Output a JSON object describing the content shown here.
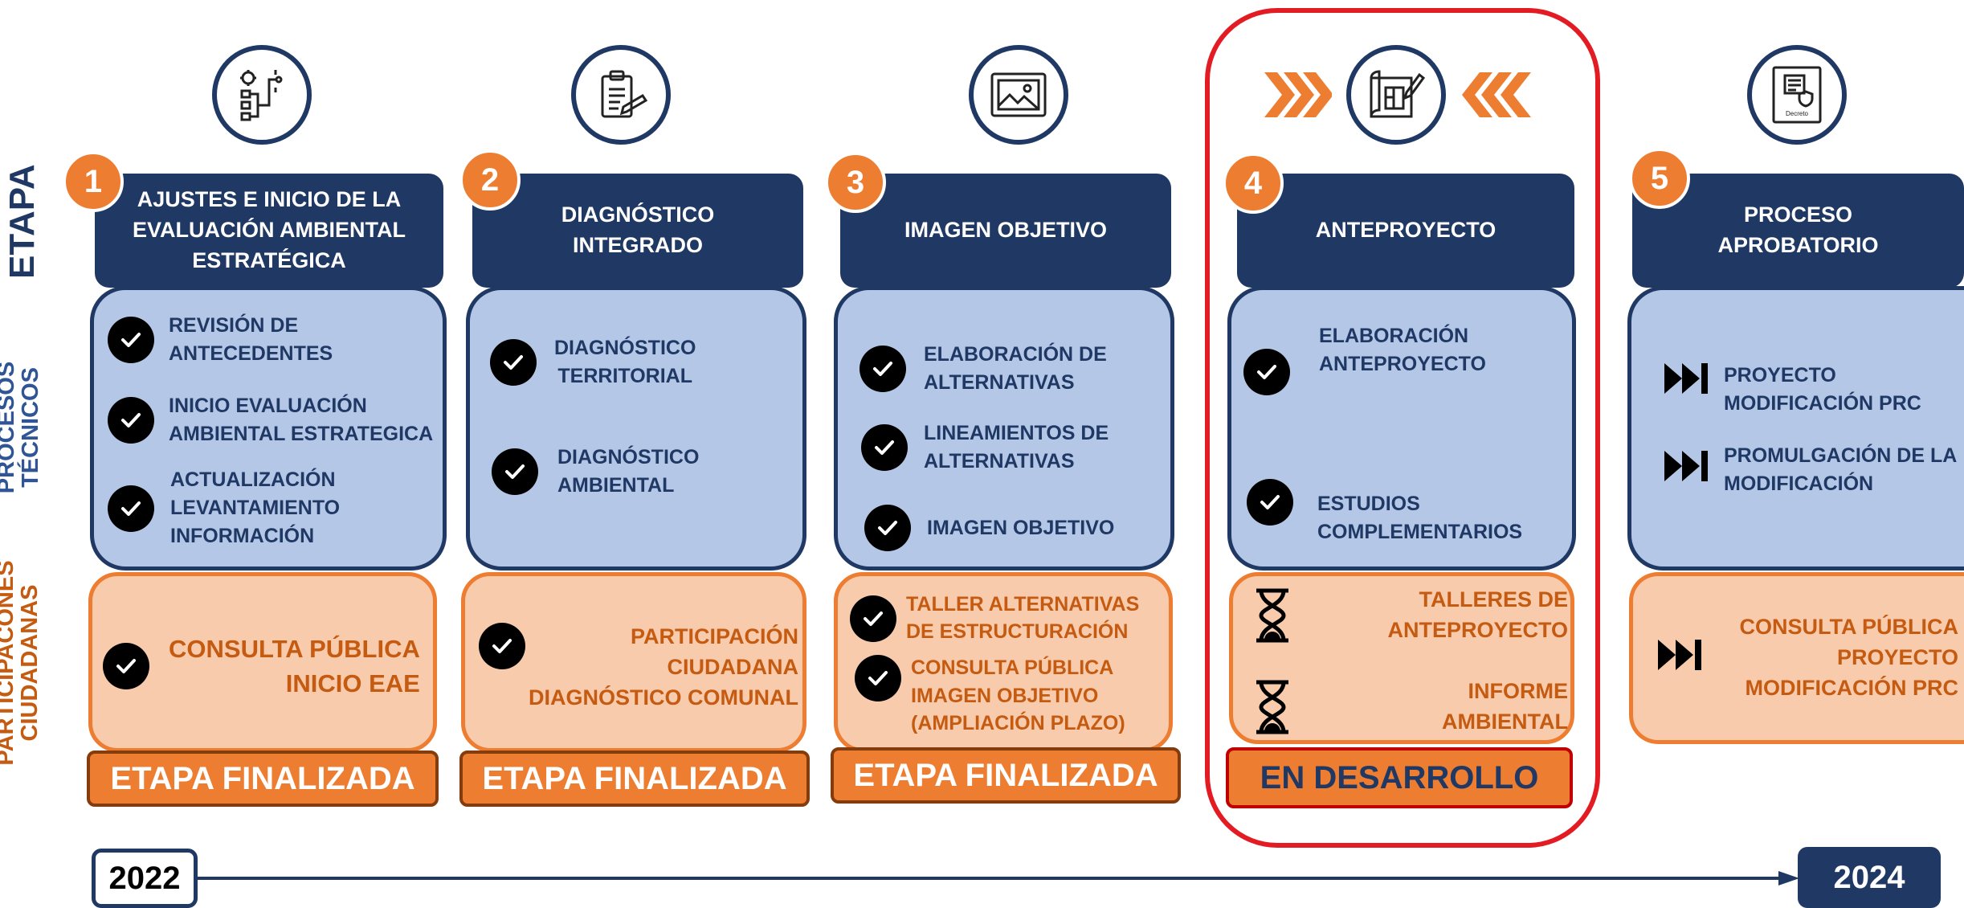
{
  "side_labels": {
    "etapa": "ETAPA",
    "procesos_line1": "PROCESOS",
    "procesos_line2": "TÉCNICOS",
    "participaciones_line1": "PARTICIPACÓNES",
    "participaciones_line2": "CIUDADANAS"
  },
  "stages": [
    {
      "number": "1",
      "icon": "process-flow-icon",
      "header": [
        "AJUSTES E INICIO DE LA",
        "EVALUACIÓN AMBIENTAL",
        "ESTRATÉGICA"
      ],
      "technical": [
        {
          "marker": "check-icon",
          "lines": [
            "REVISIÓN DE",
            "ANTECEDENTES"
          ]
        },
        {
          "marker": "check-icon",
          "lines": [
            "INICIO EVALUACIÓN",
            "AMBIENTAL ESTRATEGICA"
          ]
        },
        {
          "marker": "check-icon",
          "lines": [
            "ACTUALIZACIÓN",
            "LEVANTAMIENTO",
            "INFORMACIÓN"
          ]
        }
      ],
      "citizen": [
        {
          "marker": "check-icon",
          "lines": [
            "CONSULTA PÚBLICA",
            "INICIO EAE"
          ]
        }
      ],
      "status": "ETAPA FINALIZADA"
    },
    {
      "number": "2",
      "icon": "clipboard-pen-icon",
      "header": [
        "DIAGNÓSTICO",
        "INTEGRADO"
      ],
      "technical": [
        {
          "marker": "check-icon",
          "lines": [
            "DIAGNÓSTICO",
            "TERRITORIAL"
          ]
        },
        {
          "marker": "check-icon",
          "lines": [
            "DIAGNÓSTICO",
            "AMBIENTAL"
          ]
        }
      ],
      "citizen": [
        {
          "marker": "check-icon",
          "lines": [
            "PARTICIPACIÓN",
            "CIUDADANA",
            "DIAGNÓSTICO COMUNAL"
          ]
        }
      ],
      "status": "ETAPA FINALIZADA"
    },
    {
      "number": "3",
      "icon": "image-icon",
      "header": [
        "IMAGEN OBJETIVO"
      ],
      "technical": [
        {
          "marker": "check-icon",
          "lines": [
            "ELABORACIÓN DE",
            "ALTERNATIVAS"
          ]
        },
        {
          "marker": "check-icon",
          "lines": [
            "LINEAMIENTOS DE",
            "ALTERNATIVAS"
          ]
        },
        {
          "marker": "check-icon",
          "lines": [
            "IMAGEN OBJETIVO"
          ]
        }
      ],
      "citizen": [
        {
          "marker": "check-icon",
          "lines": [
            "TALLER ALTERNATIVAS",
            "DE ESTRUCTURACIÓN"
          ]
        },
        {
          "marker": "check-icon",
          "lines": [
            "CONSULTA PÚBLICA",
            "IMAGEN OBJETIVO",
            "(AMPLIACIÓN PLAZO)"
          ]
        }
      ],
      "status": "ETAPA FINALIZADA"
    },
    {
      "number": "4",
      "icon": "blueprint-pencil-icon",
      "header": [
        "ANTEPROYECTO"
      ],
      "technical": [
        {
          "marker": "check-icon",
          "lines": [
            "ELABORACIÓN",
            "ANTEPROYECTO"
          ]
        },
        {
          "marker": "check-icon",
          "lines": [
            "ESTUDIOS",
            "COMPLEMENTARIOS"
          ]
        }
      ],
      "citizen": [
        {
          "marker": "hourglass-icon",
          "lines": [
            "TALLERES DE",
            "ANTEPROYECTO"
          ]
        },
        {
          "marker": "hourglass-icon",
          "lines": [
            "INFORME",
            "AMBIENTAL"
          ]
        }
      ],
      "status": "EN DESARROLLO",
      "highlighted": true
    },
    {
      "number": "5",
      "icon": "decree-document-icon",
      "icon_caption": "Decreto",
      "header": [
        "PROCESO",
        "APROBATORIO"
      ],
      "technical": [
        {
          "marker": "skip-forward-icon",
          "lines": [
            "PROYECTO",
            "MODIFICACIÓN PRC"
          ]
        },
        {
          "marker": "skip-forward-icon",
          "lines": [
            "PROMULGACIÓN DE LA",
            "MODIFICACIÓN"
          ]
        }
      ],
      "citizen": [
        {
          "marker": "skip-forward-icon",
          "lines": [
            "CONSULTA PÚBLICA",
            "PROYECTO",
            "MODIFICACIÓN PRC"
          ]
        }
      ],
      "status": ""
    }
  ],
  "timeline": {
    "start": "2022",
    "end": "2024"
  },
  "colors": {
    "navy": "#1f3864",
    "light_blue": "#b4c7e7",
    "orange": "#ed7d31",
    "light_orange": "#f8cbad",
    "highlight_red": "#e31b23"
  }
}
